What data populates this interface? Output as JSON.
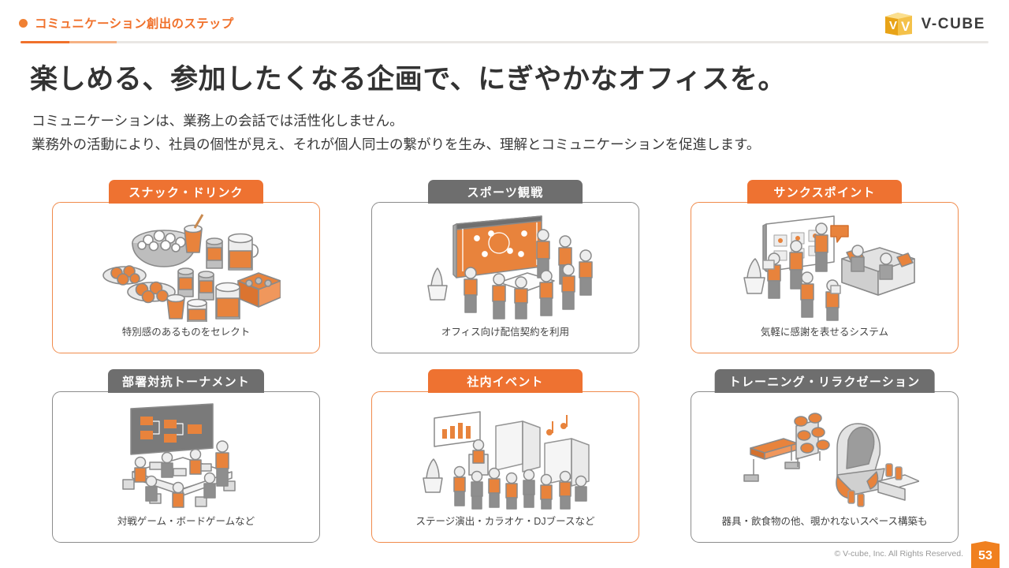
{
  "header": {
    "kicker": "コミュニケーション創出のステップ",
    "bullet_color": "#F08033",
    "rule_accent": "#F0712B"
  },
  "logo": {
    "name": "v-cube-logo",
    "text": "V-CUBE",
    "cube_letter": "V",
    "color": "#E8A317"
  },
  "title": "楽しめる、参加したくなる企画で、にぎやかなオフィスを。",
  "lead_line_1": "コミュニケーションは、業務上の会話では活性化しません。",
  "lead_line_2": "業務外の活動により、社員の個性が見え、それが個人同士の繋がりを生み、理解とコミュニケーションを促進します。",
  "cards": [
    {
      "title": "スナック・ドリンク",
      "caption": "特別感のあるものをセレクト",
      "theme": "orange",
      "illustration": "snacks-and-drinks-illustration"
    },
    {
      "title": "スポーツ観戦",
      "caption": "オフィス向け配信契約を利用",
      "theme": "gray",
      "illustration": "sports-viewing-illustration"
    },
    {
      "title": "サンクスポイント",
      "caption": "気軽に感謝を表せるシステム",
      "theme": "orange",
      "illustration": "thanks-point-board-illustration"
    },
    {
      "title": "部署対抗トーナメント",
      "caption": "対戦ゲーム・ボードゲームなど",
      "theme": "gray",
      "illustration": "tournament-meeting-illustration"
    },
    {
      "title": "社内イベント",
      "caption": "ステージ演出・カラオケ・DJブースなど",
      "theme": "orange",
      "illustration": "company-event-illustration"
    },
    {
      "title": "トレーニング・リラクゼーション",
      "caption": "器具・飲食物の他、覗かれないスペース構築も",
      "theme": "gray",
      "illustration": "training-relaxation-illustration"
    }
  ],
  "footer": {
    "copyright": "© V-cube, Inc. All Rights Reserved.",
    "page_number": "53",
    "badge_color": "#F0801F"
  },
  "palette": {
    "orange": "#EE7231",
    "gray": "#6E6E6E",
    "illustration_orange": "#E8833C",
    "illustration_gray": "#9B9B9B"
  }
}
